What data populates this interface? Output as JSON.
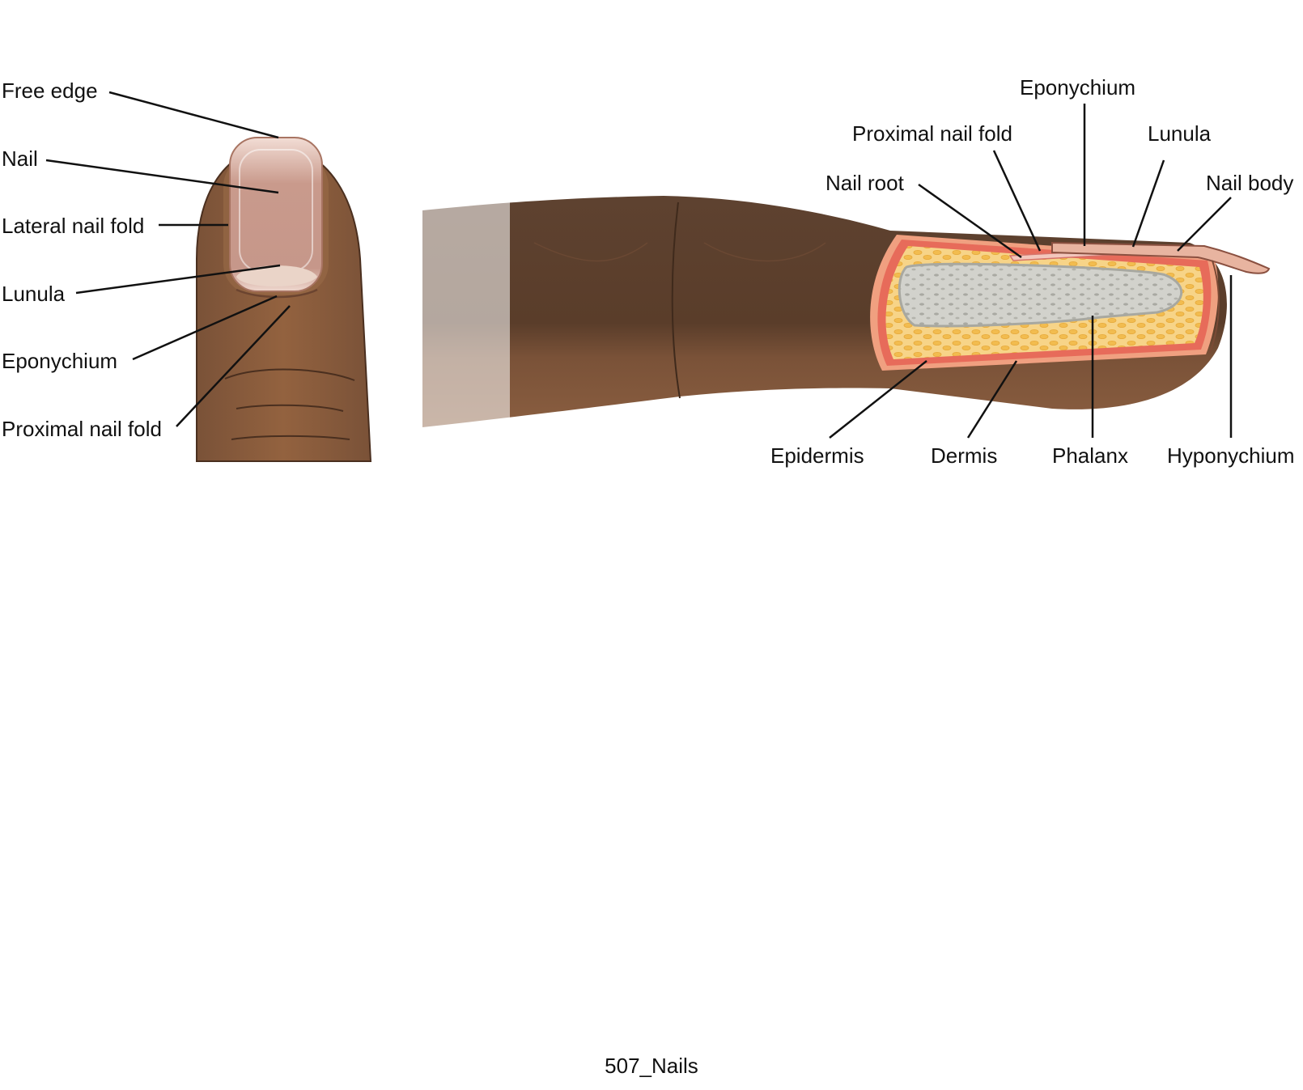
{
  "top_view_labels": {
    "free_edge": "Free edge",
    "nail": "Nail",
    "lateral_nail_fold": "Lateral nail fold",
    "lunula": "Lunula",
    "eponychium": "Eponychium",
    "proximal_nail_fold": "Proximal nail fold"
  },
  "side_view_labels": {
    "eponychium": "Eponychium",
    "proximal_nail_fold": "Proximal nail fold",
    "lunula": "Lunula",
    "nail_root": "Nail root",
    "nail_body": "Nail body",
    "epidermis": "Epidermis",
    "dermis": "Dermis",
    "phalanx": "Phalanx",
    "hyponychium": "Hyponychium"
  },
  "caption": "507_Nails",
  "colors": {
    "skin": "#8a5a3c",
    "skin_dark": "#5a3d2a",
    "nail": "#e8c2b8",
    "epidermis": "#e76b5a",
    "fat": "#f4c25a",
    "bone": "#c9c9c4"
  }
}
